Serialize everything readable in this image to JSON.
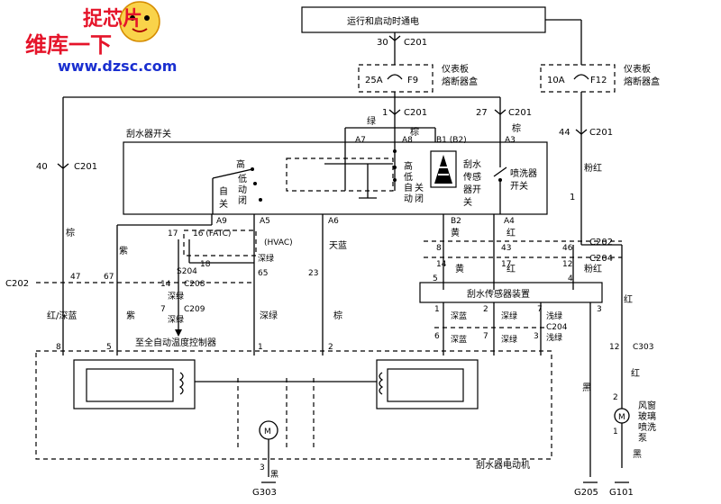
{
  "watermark": {
    "logo_text": "捉芯片",
    "slogan": "维库一下",
    "url": "www.dzsc.com"
  },
  "top_bus": "运行和启动时通电",
  "fuses": [
    {
      "rating": "25A",
      "id": "F9",
      "box_label": "仪表板\n熔断器盒"
    },
    {
      "rating": "10A",
      "id": "F12",
      "box_label": "仪表板\n熔断器盒"
    }
  ],
  "wiper_switch": {
    "title": "刮水器开关",
    "pins": [
      "A7",
      "A8",
      "B1 (B2)",
      "A3",
      "A9",
      "A5",
      "A6",
      "B2",
      "A4"
    ],
    "positions": [
      "高",
      "低",
      "动",
      "闭",
      "自",
      "关"
    ],
    "sensor_label": "刮水传感器开关",
    "washer_label": "喷洗器开关"
  },
  "connectors": [
    {
      "pin": "30",
      "conn": "C201"
    },
    {
      "pin": "1",
      "conn": "C201"
    },
    {
      "pin": "27",
      "conn": "C201"
    },
    {
      "pin": "44",
      "conn": "C201"
    },
    {
      "pin": "40",
      "conn": "C201"
    },
    {
      "pin": "46",
      "conn": "C202"
    },
    {
      "pin": "12",
      "conn": "C204"
    },
    {
      "pin": "47",
      "conn": "C202"
    },
    {
      "pin": "67",
      "conn": ""
    },
    {
      "pin": "14",
      "conn": "C208"
    },
    {
      "pin": "7",
      "conn": "C209"
    },
    {
      "pin": "12",
      "conn": "C303"
    },
    {
      "pin": "",
      "conn": "C204"
    }
  ],
  "fatc": {
    "label": "16 (FATC)",
    "pins": [
      "17",
      "18"
    ],
    "splice": "S204",
    "hvac": "(HVAC)"
  },
  "wire_colors": {
    "brown": "棕",
    "green": "绿",
    "pink_red": "粉红",
    "purple": "紫",
    "sky_blue": "天蓝",
    "dark_green": "深绿",
    "yellow": "黄",
    "red": "红",
    "red_dark_blue": "红/深蓝",
    "dark_blue": "深蓝",
    "light_green": "浅绿",
    "black": "黑"
  },
  "wire_numbers": [
    "65",
    "23",
    "8",
    "14",
    "43",
    "17",
    "46",
    "12",
    "5",
    "4",
    "1",
    "2",
    "3",
    "6",
    "7",
    "8",
    "5"
  ],
  "sensor_module": {
    "title": "刮水传感器装置",
    "pins": [
      "5",
      "4",
      "1",
      "2",
      "7",
      "3",
      "6",
      "7",
      "3"
    ]
  },
  "motor": {
    "title": "刮水器电动机",
    "note": "至全自动温度控制器",
    "symbol": "M",
    "pins": [
      "8",
      "5",
      "1",
      "2",
      "3"
    ]
  },
  "washer_pump": {
    "label": "风窗玻璃喷洗泵",
    "pins": [
      "2",
      "1"
    ]
  },
  "grounds": [
    "G303",
    "G205",
    "G101"
  ]
}
